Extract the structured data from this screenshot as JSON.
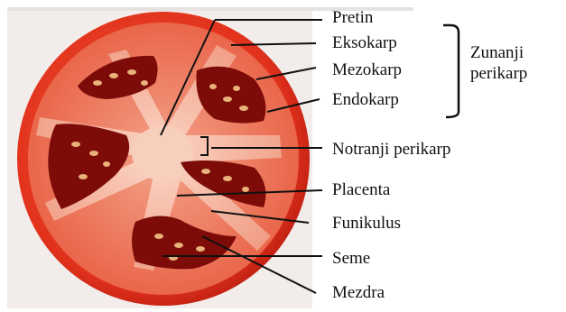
{
  "figure": {
    "subject": "tomato-cross-section",
    "colors": {
      "background": "#ffffff",
      "photo_backdrop": "#f2ecea",
      "skin": "#e2321c",
      "flesh": "#ea6a4e",
      "placenta": "#f6c2ae",
      "locule": "#7d0c08",
      "seed": "#e8b27a",
      "leader_line": "#111111"
    }
  },
  "labels": {
    "pretin": "Pretin",
    "eksokarp": "Eksokarp",
    "mezokarp": "Mezokarp",
    "endokarp": "Endokarp",
    "notranji_perikarp": "Notranji perikarp",
    "placenta": "Placenta",
    "funikulus": "Funikulus",
    "seme": "Seme",
    "mezdra": "Mezdra"
  },
  "groups": {
    "zunanji_perikarp_line1": "Zunanji",
    "zunanji_perikarp_line2": "perikarp"
  }
}
